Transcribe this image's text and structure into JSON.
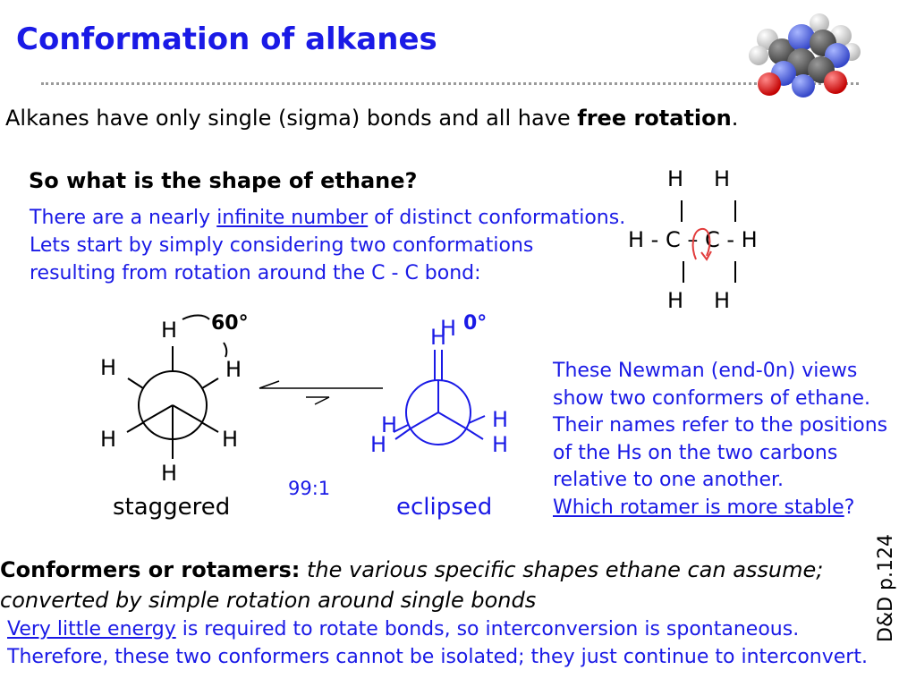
{
  "slide": {
    "title": "Conformation of alkanes",
    "intro_prefix": "Alkanes have only single (sigma) bonds and all have ",
    "intro_bold": "free rotation",
    "intro_suffix": ".",
    "question": "So what is the shape of ethane?",
    "para1": {
      "line1_prefix": "There are a nearly ",
      "line1_link": "infinite number",
      "line1_suffix": " of distinct conformations.",
      "line2": "Lets start by simply considering two conformations",
      "line3": "resulting from rotation around the C - C bond:"
    },
    "ethane_structure": {
      "top_h1": "H",
      "top_h2": "H",
      "middle": "H - C – C - H",
      "bottom_h1": "H",
      "bottom_h2": "H"
    },
    "staggered": {
      "label": "staggered",
      "angle": "60°",
      "atoms": [
        "H",
        "H",
        "H",
        "H",
        "H",
        "H"
      ]
    },
    "eclipsed": {
      "label": "eclipsed",
      "angle": "0°",
      "atoms": [
        "H",
        "H",
        "H",
        "H",
        "H",
        "H"
      ]
    },
    "ratio": "99:1",
    "para2": {
      "line1": "These Newman (end-0n) views",
      "line2": "show two conformers of ethane.",
      "line3": "Their names refer to the positions",
      "line4": "of the Hs on the two carbons",
      "line5": "relative to one another.",
      "line6_link": "Which rotamer is more stable",
      "line6_suffix": "?"
    },
    "reference": "D&D p.124",
    "definition": {
      "term": "Conformers or rotamers:",
      "text": " the various specific shapes ethane can assume; converted by simple rotation around single bonds"
    },
    "para3": {
      "line1_link": "Very little energy",
      "line1_suffix": " is required to rotate bonds, so interconversion is spontaneous.",
      "line2": "Therefore, these two conformers cannot be isolated; they just continue to interconvert."
    },
    "colors": {
      "accent_blue": "#1a1ae6",
      "rule_gray": "#9a9a9a",
      "arrow_red": "#e23c3c"
    }
  }
}
